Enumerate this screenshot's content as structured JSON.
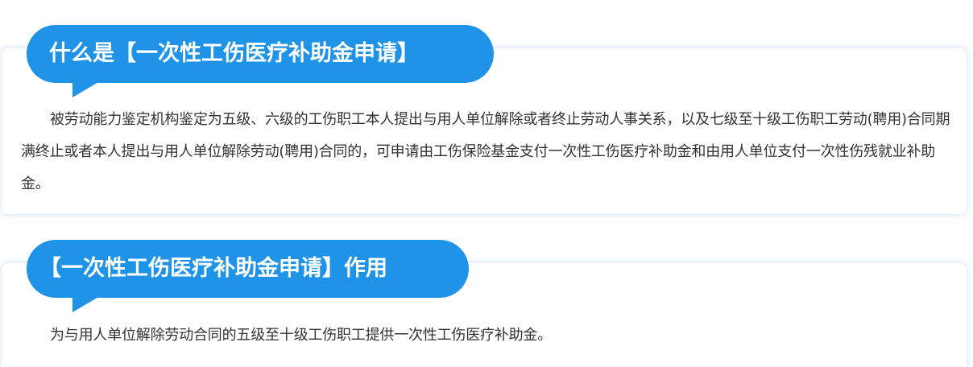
{
  "sections": [
    {
      "title": "什么是【一次性工伤医疗补助金申请】",
      "body": "被劳动能力鉴定机构鉴定为五级、六级的工伤职工本人提出与用人单位解除或者终止劳动人事关系，以及七级至十级工伤职工劳动(聘用)合同期满终止或者本人提出与用人单位解除劳动(聘用)合同的，可申请由工伤保险基金支付一次性工伤医疗补助金和由用人单位支付一次性伤残就业补助金。"
    },
    {
      "title": "【一次性工伤医疗补助金申请】作用",
      "body": "为与用人单位解除劳动合同的五级至十级工伤职工提供一次性工伤医疗补助金。"
    }
  ],
  "colors": {
    "accent": "#1f93e8",
    "text": "#333333",
    "title_text": "#ffffff"
  }
}
